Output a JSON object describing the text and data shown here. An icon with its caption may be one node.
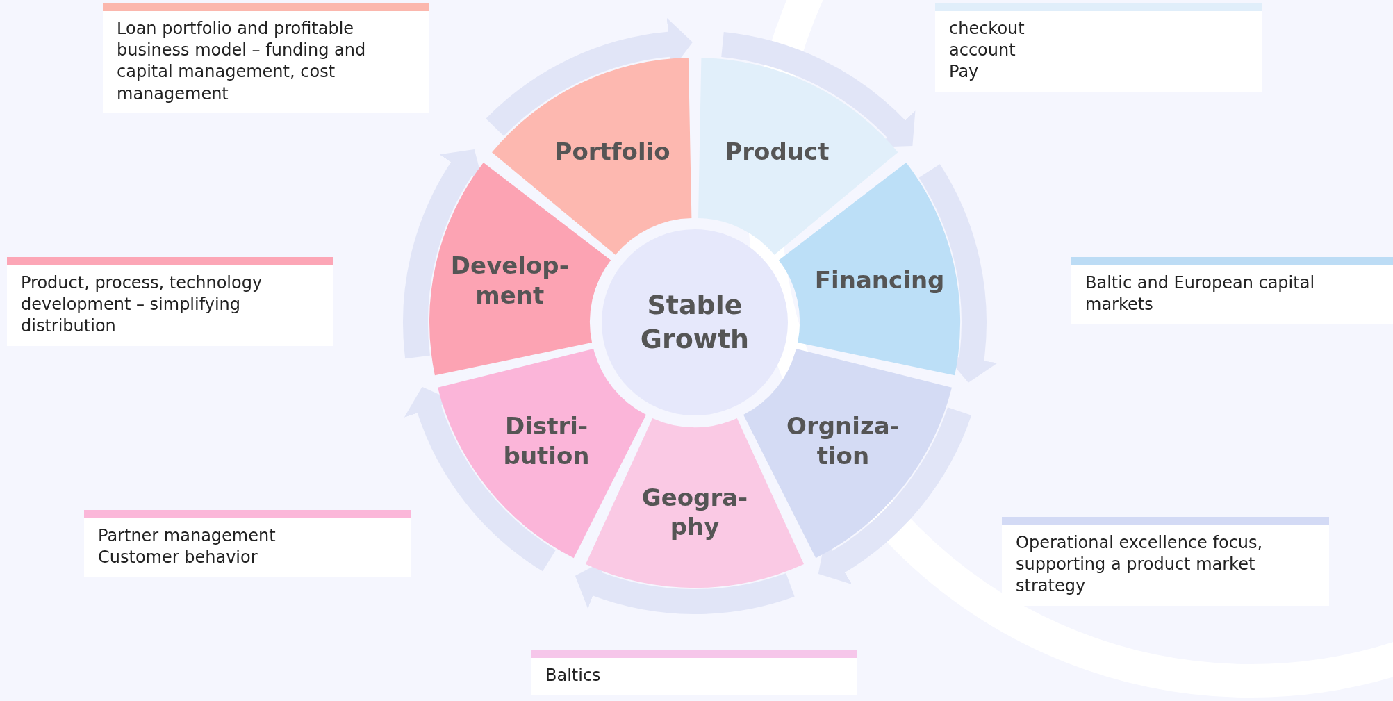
{
  "diagram": {
    "nodes": [
      {
        "text": [
          "Loan portfolio and profitable business model – funding and capital management, cost management"
        ]
      },
      {
        "text": [
          "checkout",
          "account",
          "Pay"
        ]
      },
      {
        "text": [
          "Portfolio"
        ]
      },
      {
        "text": [
          "Product"
        ]
      },
      {
        "text": [
          "Stable Growth"
        ]
      },
      {
        "text": [
          "Product, process, technology development – simplifying distribution"
        ]
      },
      {
        "text": [
          "Develop- ment"
        ]
      },
      {
        "text": [
          "Financing"
        ]
      },
      {
        "text": [
          "Baltic and European capital markets"
        ]
      },
      {
        "text": [
          "Distri- bution"
        ]
      },
      {
        "text": [
          "Orgniza- tion"
        ]
      },
      {
        "text": [
          "Geogra- phy"
        ]
      },
      {
        "text": [
          "Partner management",
          "Customer behavior"
        ]
      },
      {
        "text": [
          "Operational excellence focus, supporting a product market strategy"
        ]
      },
      {
        "text": [
          "Baltics"
        ]
      }
    ],
    "edges": [
      {
        "from": 2,
        "to": 3,
        "arrow": "to"
      },
      {
        "from": 3,
        "to": 7,
        "arrow": "to"
      },
      {
        "from": 7,
        "to": 10,
        "arrow": "to"
      },
      {
        "from": 10,
        "to": 11,
        "arrow": "to"
      },
      {
        "from": 11,
        "to": 9,
        "arrow": "to"
      },
      {
        "from": 9,
        "to": 6,
        "arrow": "to"
      },
      {
        "from": 6,
        "to": 2,
        "arrow": "to"
      }
    ]
  }
}
